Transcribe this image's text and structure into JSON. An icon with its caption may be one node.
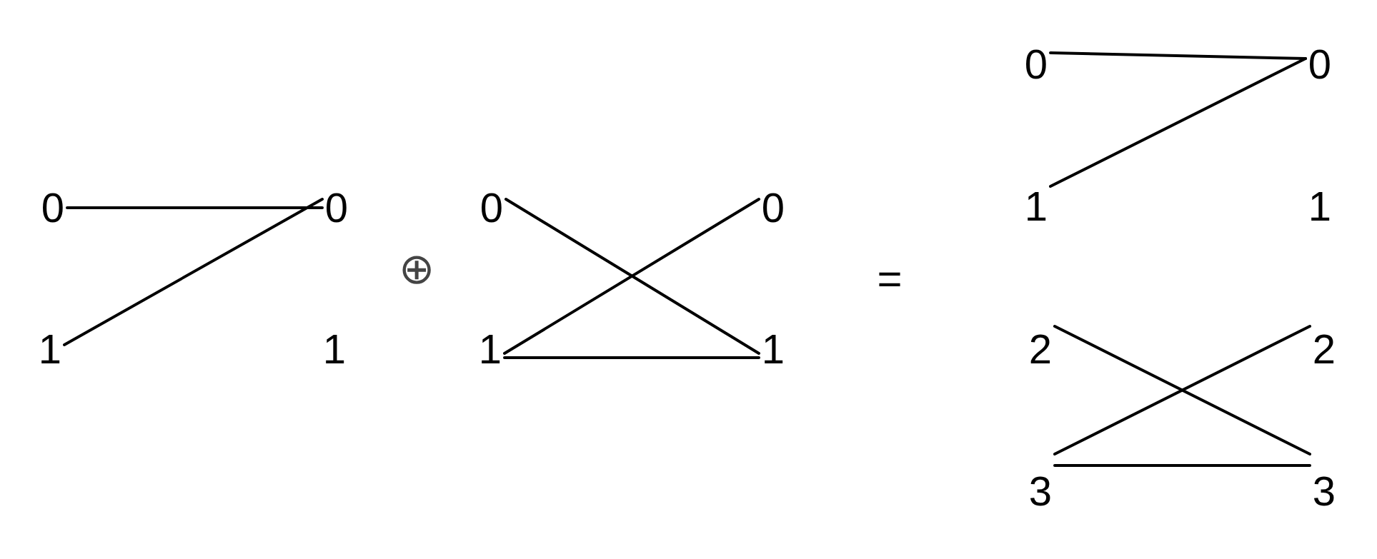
{
  "diagram": {
    "nodes": [
      {
        "text": [
          "0"
        ]
      },
      {
        "text": [
          "0"
        ]
      },
      {
        "text": [
          "1"
        ]
      },
      {
        "text": [
          "1"
        ]
      },
      {
        "text": [
          "0"
        ]
      },
      {
        "text": [
          "0"
        ]
      },
      {
        "text": [
          "1"
        ]
      },
      {
        "text": [
          "1"
        ]
      },
      {
        "text": [
          "0"
        ]
      },
      {
        "text": [
          "0"
        ]
      },
      {
        "text": [
          "1"
        ]
      },
      {
        "text": [
          "1"
        ]
      },
      {
        "text": [
          "2"
        ]
      },
      {
        "text": [
          "2"
        ]
      },
      {
        "text": [
          "3"
        ]
      },
      {
        "text": [
          "3"
        ]
      }
    ],
    "edges": [
      {
        "from": 0,
        "to": 1,
        "arrow": "none"
      },
      {
        "from": 2,
        "to": 1,
        "arrow": "none"
      },
      {
        "from": 4,
        "to": 7,
        "arrow": "none"
      },
      {
        "from": 6,
        "to": 5,
        "arrow": "none"
      },
      {
        "from": 6,
        "to": 7,
        "arrow": "none"
      },
      {
        "from": 8,
        "to": 9,
        "arrow": "none"
      },
      {
        "from": 10,
        "to": 9,
        "arrow": "none"
      },
      {
        "from": 12,
        "to": 15,
        "arrow": "none"
      },
      {
        "from": 14,
        "to": 13,
        "arrow": "none"
      },
      {
        "from": 14,
        "to": 15,
        "arrow": "none"
      }
    ],
    "labels": [
      "⊕",
      "="
    ]
  }
}
